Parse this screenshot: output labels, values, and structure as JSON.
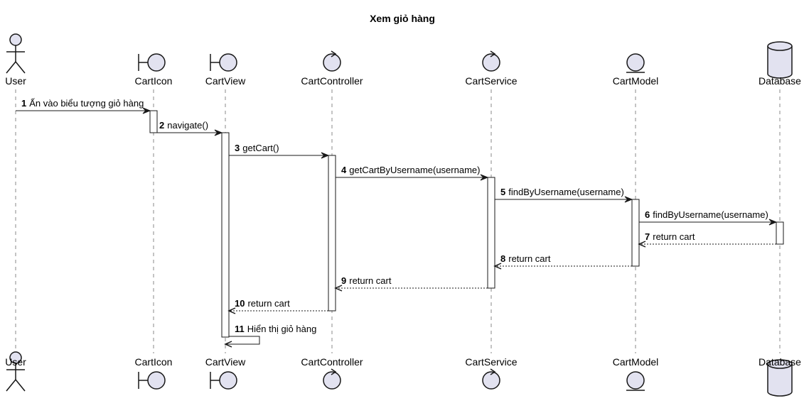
{
  "title": "Xem giỏ hàng",
  "participants": [
    {
      "id": "user",
      "name": "User",
      "kind": "actor"
    },
    {
      "id": "carticon",
      "name": "CartIcon",
      "kind": "boundary"
    },
    {
      "id": "cartview",
      "name": "CartView",
      "kind": "boundary"
    },
    {
      "id": "cartcontroller",
      "name": "CartController",
      "kind": "control"
    },
    {
      "id": "cartservice",
      "name": "CartService",
      "kind": "control"
    },
    {
      "id": "cartmodel",
      "name": "CartModel",
      "kind": "entity"
    },
    {
      "id": "database",
      "name": "Database",
      "kind": "database"
    }
  ],
  "messages": [
    {
      "number": "1",
      "text": "Ấn vào biểu tượng giỏ hàng",
      "from": "user",
      "to": "carticon",
      "type": "sync"
    },
    {
      "number": "2",
      "text": "navigate()",
      "from": "carticon",
      "to": "cartview",
      "type": "sync"
    },
    {
      "number": "3",
      "text": "getCart()",
      "from": "cartview",
      "to": "cartcontroller",
      "type": "sync"
    },
    {
      "number": "4",
      "text": "getCartByUsername(username)",
      "from": "cartcontroller",
      "to": "cartservice",
      "type": "sync"
    },
    {
      "number": "5",
      "text": "findByUsername(username)",
      "from": "cartservice",
      "to": "cartmodel",
      "type": "sync"
    },
    {
      "number": "6",
      "text": "findByUsername(username)",
      "from": "cartmodel",
      "to": "database",
      "type": "sync"
    },
    {
      "number": "7",
      "text": "return cart",
      "from": "database",
      "to": "cartmodel",
      "type": "return"
    },
    {
      "number": "8",
      "text": "return cart",
      "from": "cartmodel",
      "to": "cartservice",
      "type": "return"
    },
    {
      "number": "9",
      "text": "return cart",
      "from": "cartservice",
      "to": "cartcontroller",
      "type": "return"
    },
    {
      "number": "10",
      "text": "return cart",
      "from": "cartcontroller",
      "to": "cartview",
      "type": "return"
    },
    {
      "number": "11",
      "text": "Hiển thị giỏ hàng",
      "from": "cartview",
      "to": "cartview",
      "type": "self"
    }
  ],
  "colors": {
    "participant_fill": "#E2E2F0",
    "line": "#181818",
    "lifeline": "#8A8A8A"
  }
}
